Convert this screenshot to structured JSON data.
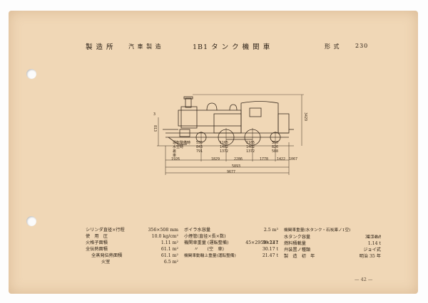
{
  "header": {
    "maker_label": "製 造 所",
    "maker_value": "汽 車 製 造",
    "type_name": "1B1 タ ン ク 機 関 車",
    "model_label": "形 式",
    "model_value": "230"
  },
  "drawing": {
    "dim_bottom": [
      "1926",
      "1829",
      "2286",
      "1778",
      "1422",
      "1067"
    ],
    "dim_total_wheelbase": "5893",
    "dim_total_length": "9677",
    "dim_height": "3429",
    "dim_left_upper": "3",
    "dim_left_main": "813",
    "axle_labels": [
      [
        "535",
        "843",
        "791"
      ],
      [
        "1165",
        "1402",
        "1372"
      ],
      [
        "1165",
        "1402",
        "1372"
      ],
      [
        "350",
        "826",
        "588"
      ]
    ],
    "side_labels": [
      "運転整備時",
      "水空時",
      "差",
      "車"
    ]
  },
  "specs": {
    "col1": [
      {
        "label": "シリンダ直径×行程",
        "value": "356×508 mm"
      },
      {
        "label": "使　用　圧",
        "value": "10.0 kg/cm²"
      },
      {
        "label": "火格子面積",
        "value": "1.11 m²"
      },
      {
        "label": "全伝熱面積",
        "value": "61.1 m²"
      },
      {
        "label": "全蒸発伝熱面積",
        "value": "61.1 m²"
      },
      {
        "label": "火室",
        "value": "6.5 m²"
      }
    ],
    "col2": [
      {
        "label": "ボイラ水容量",
        "value": "2.5 m³"
      },
      {
        "label": "小煙管(直径×長×数)",
        "value": ""
      },
      {
        "label": "",
        "value": "45×2959×147"
      },
      {
        "label": "機関車重量 (運転整備)",
        "value": "38.22 t"
      },
      {
        "label": "〃　　(空　車)",
        "value": "30.17 t"
      },
      {
        "label": "機関車動輪上重量(運転整備)",
        "value": "21.47 t"
      }
    ],
    "col3": [
      {
        "label": "機関車重量(水タンク・石炭庫ノ1空)",
        "value": ""
      },
      {
        "label": "",
        "value": "32.58 t"
      },
      {
        "label": "水タンク容量",
        "value": "4.5 m³"
      },
      {
        "label": "燃料積載量",
        "value": "1.14 t"
      },
      {
        "label": "弁装置ノ種類",
        "value": "ジョイ式"
      },
      {
        "label": "製　造　初　年",
        "value": "明治 35 年"
      }
    ]
  },
  "page_number": "— 42 —"
}
